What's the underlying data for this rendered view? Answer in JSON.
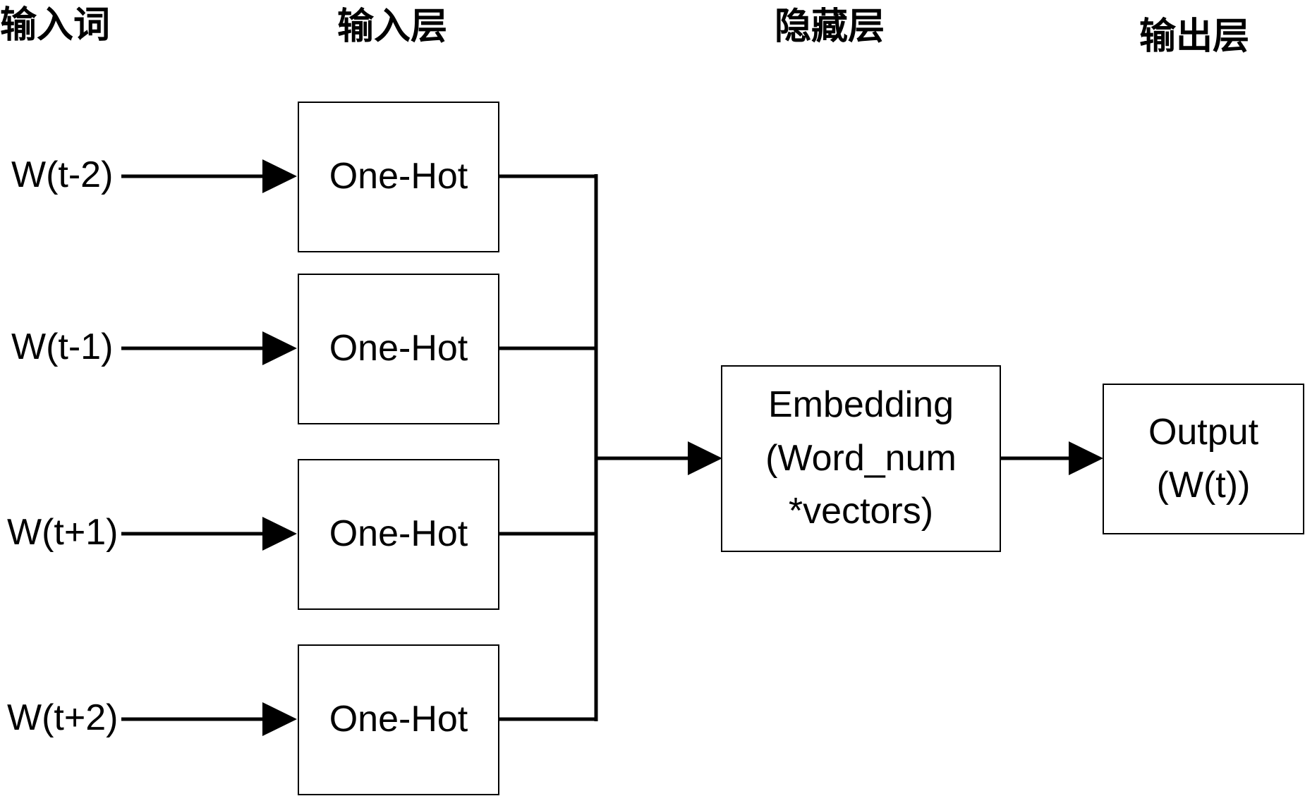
{
  "headers": {
    "input_words": "输入词",
    "input_layer": "输入层",
    "hidden_layer": "隐藏层",
    "output_layer": "输出层"
  },
  "input_words": [
    "W(t-2)",
    "W(t-1)",
    "W(t+1)",
    "W(t+2)"
  ],
  "input_boxes": [
    "One-Hot",
    "One-Hot",
    "One-Hot",
    "One-Hot"
  ],
  "hidden_box": {
    "line1": "Embedding",
    "line2": "(Word_num",
    "line3": "*vectors)"
  },
  "output_box": {
    "line1": "Output",
    "line2": "(W(t))"
  }
}
